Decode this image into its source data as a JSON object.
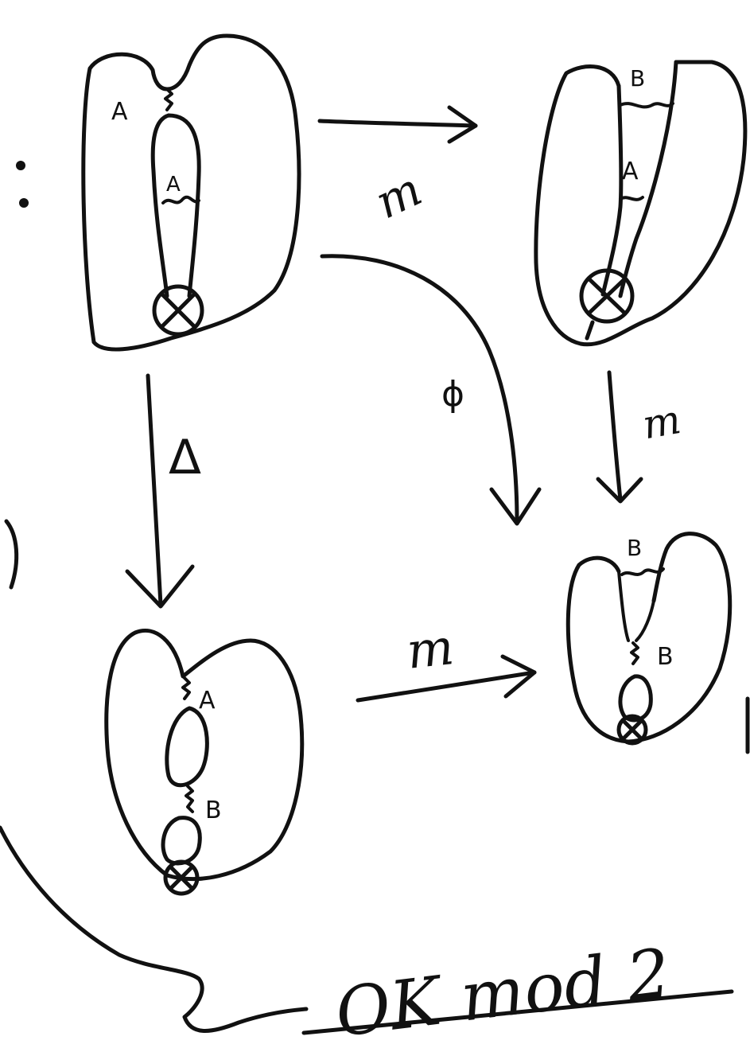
{
  "diagram": {
    "colors": {
      "ink": "#111111",
      "background": "#ffffff"
    },
    "surfaces": {
      "top_left": {
        "labels": [
          "A",
          "A"
        ]
      },
      "top_right": {
        "labels": [
          "B",
          "A"
        ]
      },
      "bottom_left": {
        "labels": [
          "A",
          "B"
        ]
      },
      "bottom_right": {
        "labels": [
          "B",
          "B"
        ]
      }
    },
    "arrows": {
      "top": {
        "label": "m"
      },
      "right": {
        "label": "m"
      },
      "diagonal": {
        "label": "ϕ"
      },
      "left": {
        "label": "Δ"
      },
      "bottom": {
        "label": "m"
      }
    },
    "colon_mark": ":",
    "footer_note": "OK mod 2"
  }
}
